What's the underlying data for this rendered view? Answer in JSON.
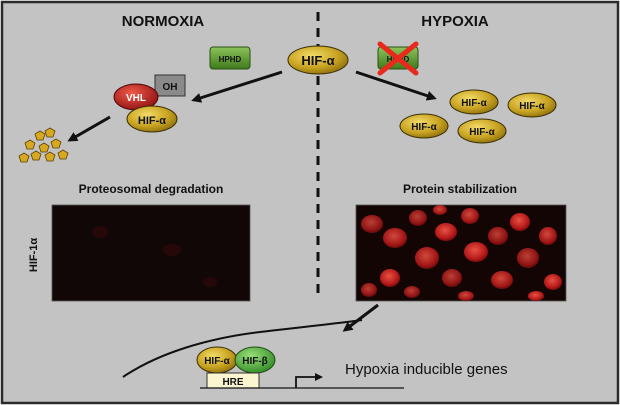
{
  "sections": {
    "left_title": "NORMOXIA",
    "right_title": "HYPOXIA"
  },
  "labels": {
    "hif_alpha": "HIF-α",
    "hif_beta": "HIF-β",
    "hphd": "HPHD",
    "vhl": "VHL",
    "oh": "OH",
    "hre": "HRE",
    "proteosomal_degradation": "Proteosomal degradation",
    "protein_stabilization": "Protein stabilization",
    "row_label": "HIF-1α",
    "hypoxia_genes": "Hypoxia inducible genes"
  },
  "colors": {
    "background": "#c3c3c3",
    "border": "#2b2b2b",
    "hif_fill": "#c4a21c",
    "hphd_fill": "#5b9a2e",
    "vhl_fill": "#b81f1f",
    "oh_fill": "#8a8a8a",
    "hif_beta_fill": "#4fa339",
    "inhibit_x": "#e8291c",
    "micrograph_dark": "#120707",
    "cell_red": "#d01f1f"
  },
  "icons": {
    "degradation_fragments": "pentagon-cluster-icon",
    "inhibition_mark": "red-x-icon",
    "tss_arrow": "transcription-start-arrow-icon"
  }
}
